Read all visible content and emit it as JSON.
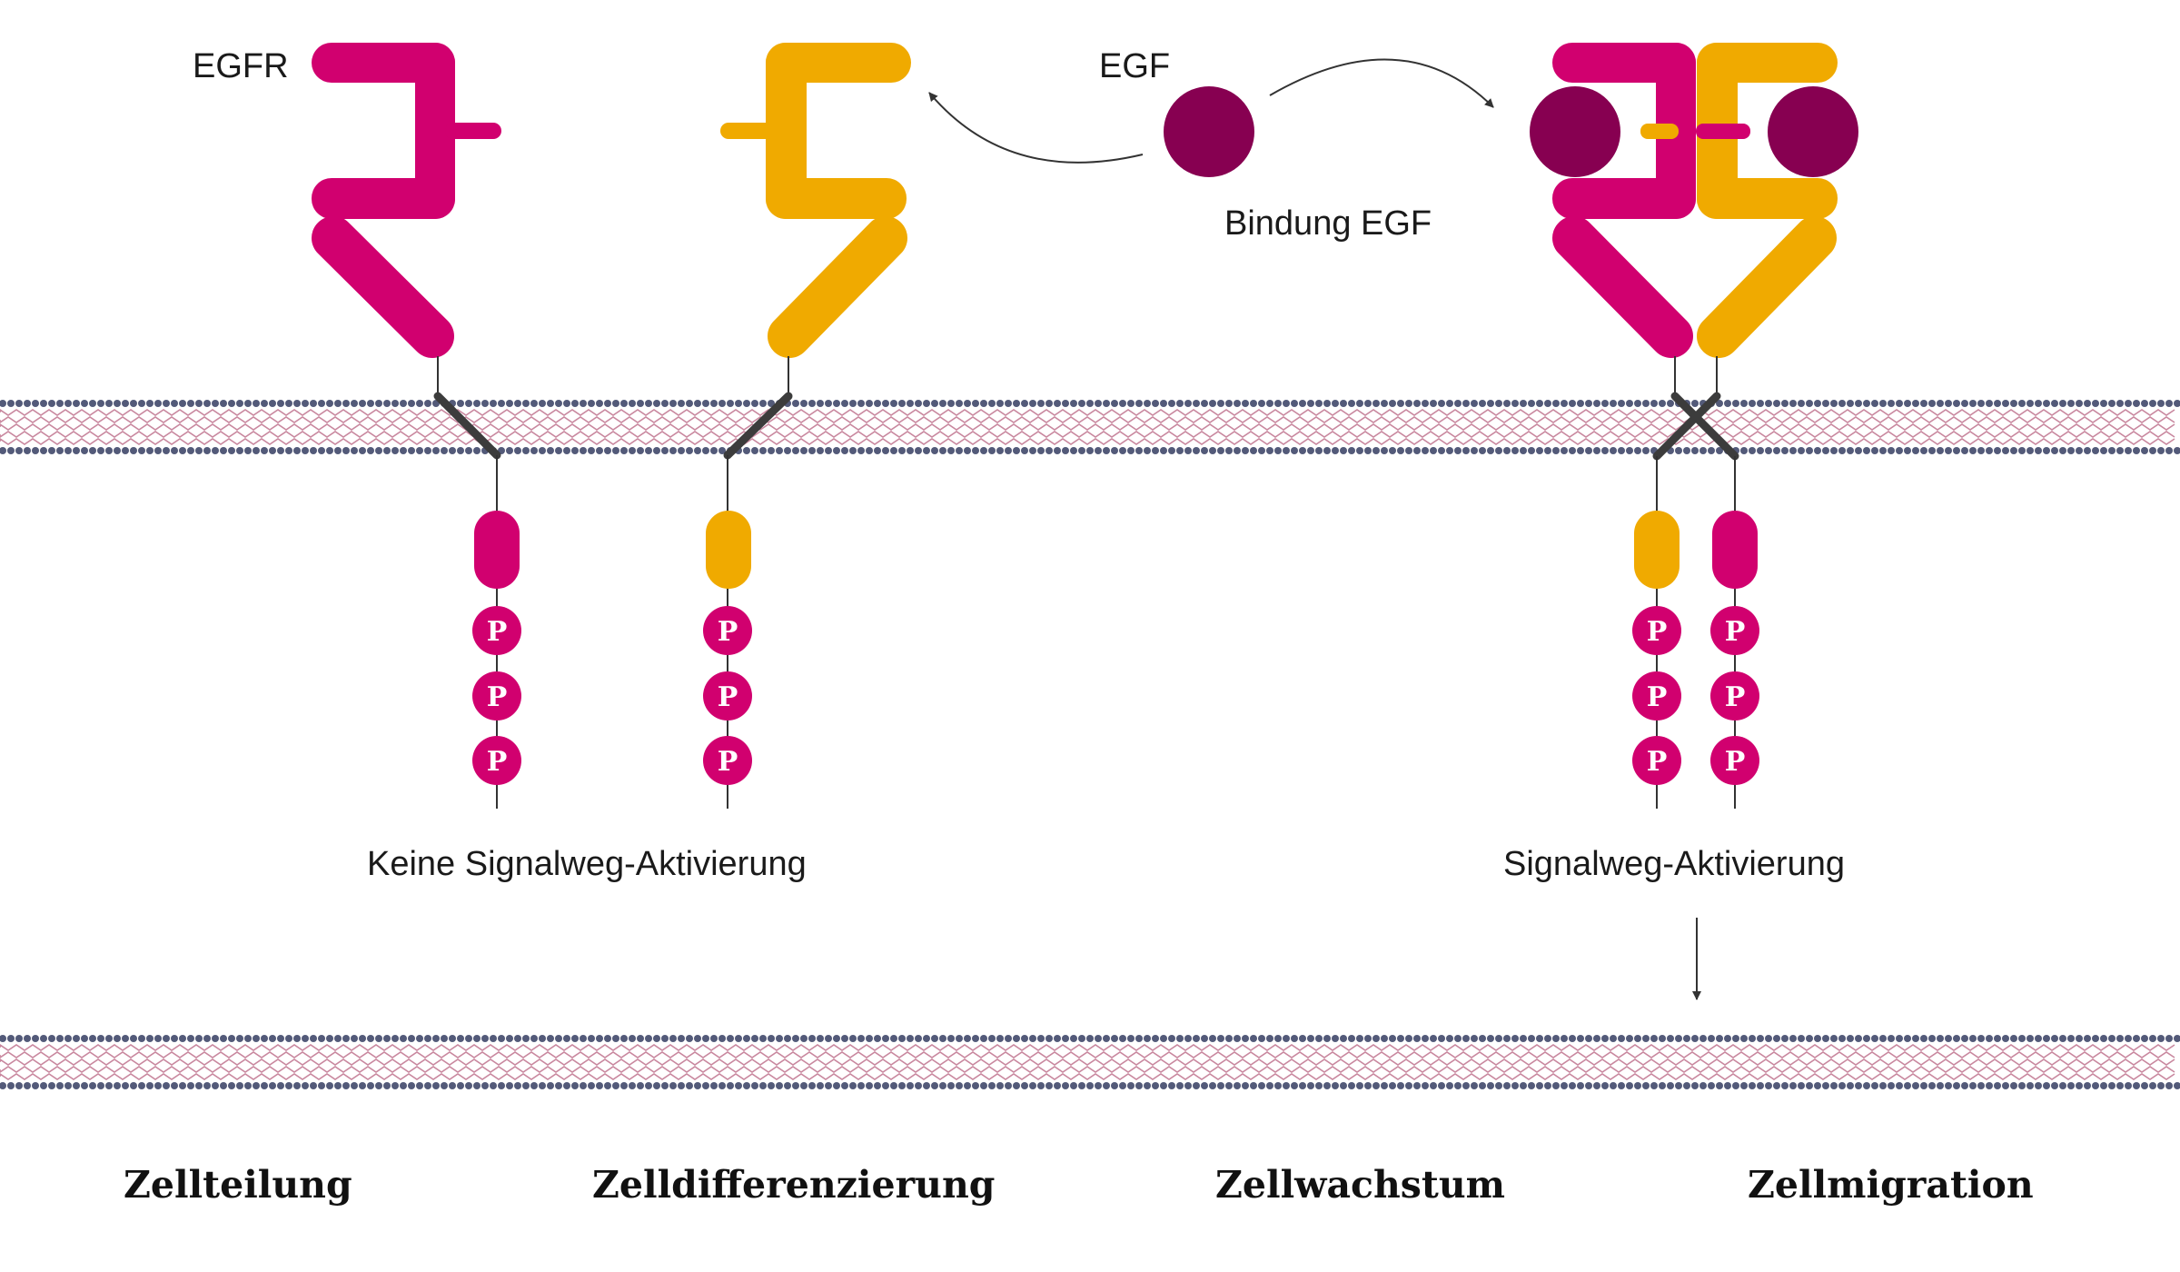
{
  "labels": {
    "egfr": "EGFR",
    "egf": "EGF",
    "binding": "Bindung EGF",
    "no_activation": "Keine Signalweg-Aktivierung",
    "activation": "Signalweg-Aktivierung"
  },
  "phospho_letter": "P",
  "outcomes": [
    "Zellteilung",
    "Zelldifferenzierung",
    "Zellwachstum",
    "Zellmigration"
  ],
  "colors": {
    "magenta": "#d1006f",
    "yellow": "#f0aa00",
    "egf": "#870051",
    "membrane_dots": "#535a79",
    "membrane_tails": "#c9889f",
    "transmembrane": "#3c3c3c",
    "line": "#333333"
  },
  "icons": {
    "egf_ligand": "egf-ligand-circle",
    "phosphate": "phosphate-circle",
    "receptor": "egfr-receptor-shape"
  }
}
